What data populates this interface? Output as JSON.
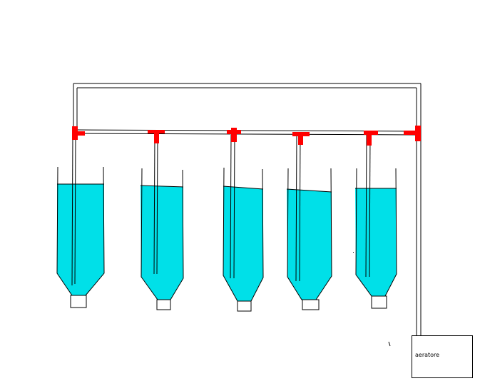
{
  "diagram": {
    "aerator": {
      "label": "aeratore"
    },
    "tank_count": 5,
    "valve_count": 6,
    "colors": {
      "water": "#00e0e8",
      "valve": "#ff0000",
      "line": "#000000",
      "background": "#ffffff"
    }
  }
}
